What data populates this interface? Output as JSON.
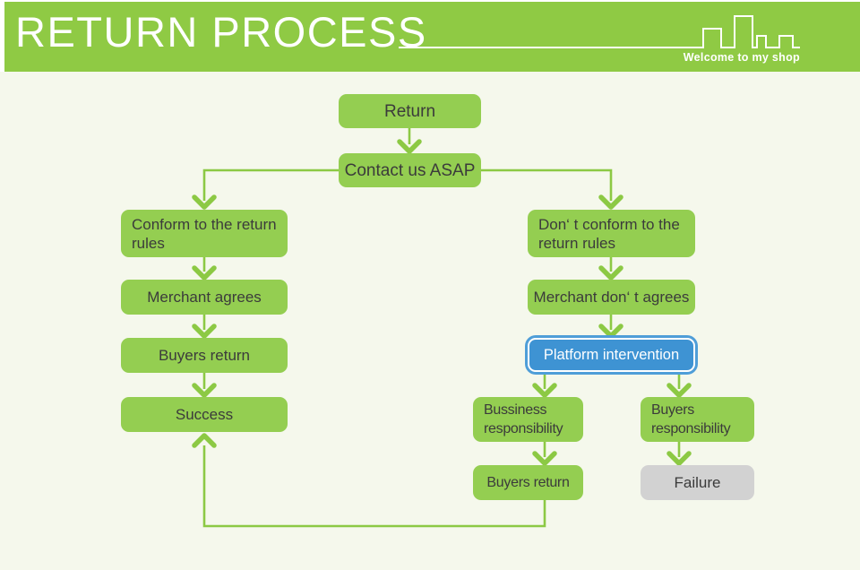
{
  "header": {
    "title": "RETURN PROCESS",
    "tagline": "Welcome to my shop"
  },
  "flow": {
    "nodes": {
      "return": {
        "label": "Return"
      },
      "contact": {
        "label": "Contact us ASAP"
      },
      "conform": {
        "label": "Conform to the return rules"
      },
      "merchant_agrees": {
        "label": "Merchant agrees"
      },
      "buyers_return_left": {
        "label": "Buyers return"
      },
      "success": {
        "label": "Success"
      },
      "dont_conform": {
        "label": "Don‘ t conform to the return rules"
      },
      "merchant_dont_agrees": {
        "label": "Merchant don‘ t agrees"
      },
      "platform_intervention": {
        "label": "Platform intervention"
      },
      "bussiness_responsibility": {
        "label": "Bussiness responsibility"
      },
      "buyers_responsibility": {
        "label": "Buyers responsibility"
      },
      "buyers_return_right": {
        "label": "Buyers return"
      },
      "failure": {
        "label": "Failure"
      }
    }
  },
  "colors": {
    "header_green": "#8fca44",
    "box_green": "#94ce51",
    "connector_green": "#8cc944",
    "platform_blue": "#3e93d3",
    "failure_gray": "#d2d2d2",
    "background_cream": "#f5f8ec",
    "text_dark": "#3b3b3b",
    "text_light": "#ffffff"
  }
}
